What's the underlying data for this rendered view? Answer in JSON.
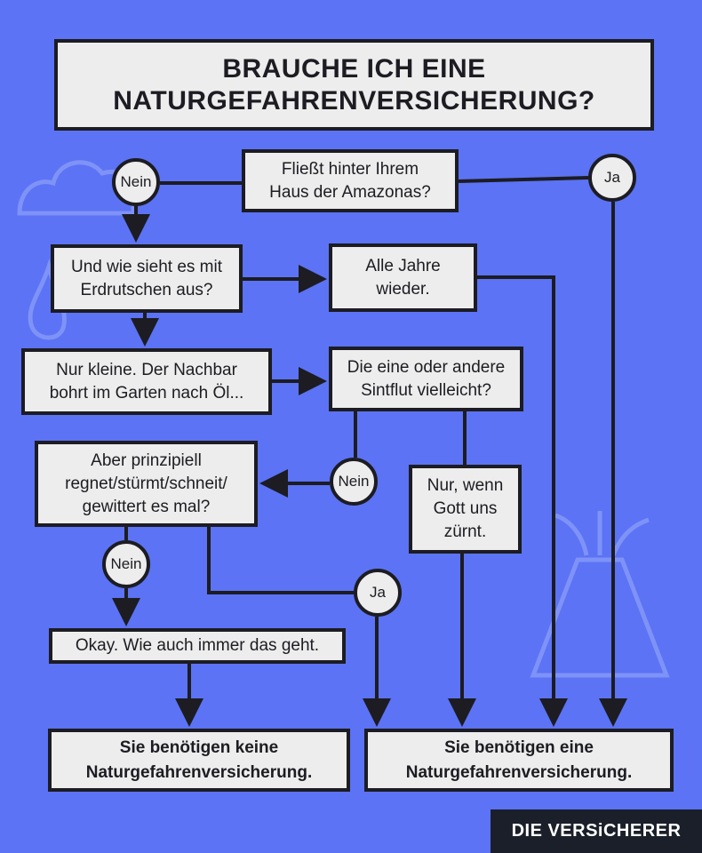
{
  "title": "BRAUCHE ICH EINE\nNATURGEFAHRENVERSICHERUNG?",
  "nodes": {
    "q_amazonas": "Fließt hinter Ihrem\nHaus der Amazonas?",
    "q_erdrutsch": "Und wie sieht es mit\nErdrutschen aus?",
    "a_alle_jahre": "Alle Jahre\nwieder.",
    "a_nur_kleine": "Nur kleine. Der Nachbar\nbohrt im Garten nach Öl...",
    "q_sintflut": "Die eine oder andere\nSintflut vielleicht?",
    "q_prinzipiell": "Aber prinzipiell\nregnet/stürmt/schneit/\ngewittert es mal?",
    "a_gott": "Nur, wenn\nGott uns\nzürnt.",
    "a_okay": "Okay. Wie auch immer das geht.",
    "r_keine": "Sie benötigen keine\nNaturgefahrenversicherung.",
    "r_eine": "Sie benötigen eine\nNaturgefahrenversicherung."
  },
  "decisions": {
    "nein_1": "Nein",
    "ja_1": "Ja",
    "nein_2": "Nein",
    "nein_3": "Nein",
    "ja_2": "Ja"
  },
  "brand": "DIE VERSiCHERER",
  "colors": {
    "background": "#5b73f4",
    "box_fill": "#ededed",
    "line": "#1c1c22",
    "brand_bg": "#1b1f2a"
  }
}
